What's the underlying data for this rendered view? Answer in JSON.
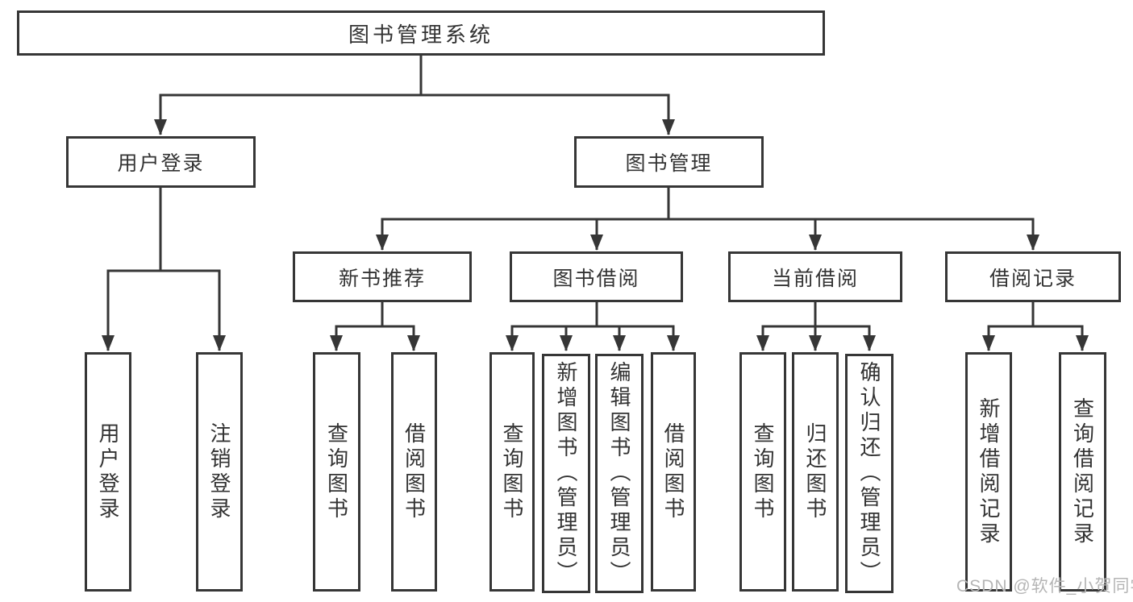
{
  "tree": {
    "root": {
      "label": "图书管理系统"
    },
    "branches": [
      {
        "label": "用户登录",
        "children": [
          {
            "label": "用户登录"
          },
          {
            "label": "注销登录"
          }
        ]
      },
      {
        "label": "图书管理",
        "children": [
          {
            "label": "新书推荐",
            "children": [
              {
                "label": "查询图书"
              },
              {
                "label": "借阅图书"
              }
            ]
          },
          {
            "label": "图书借阅",
            "children": [
              {
                "label": "查询图书"
              },
              {
                "label": "新增图书（管理员）"
              },
              {
                "label": "编辑图书（管理员）"
              },
              {
                "label": "借阅图书"
              }
            ]
          },
          {
            "label": "当前借阅",
            "children": [
              {
                "label": "查询图书"
              },
              {
                "label": "归还图书"
              },
              {
                "label": "确认归还（管理员）"
              }
            ]
          },
          {
            "label": "借阅记录",
            "children": [
              {
                "label": "新增借阅记录"
              },
              {
                "label": "查询借阅记录"
              }
            ]
          }
        ]
      }
    ]
  },
  "watermark": {
    "text": "CSDN @软件_小贺同学"
  },
  "colors": {
    "line": "#363636",
    "box_border": "#363636",
    "text": "#333333",
    "watermark": "#b5b5b5",
    "background": "#ffffff"
  }
}
